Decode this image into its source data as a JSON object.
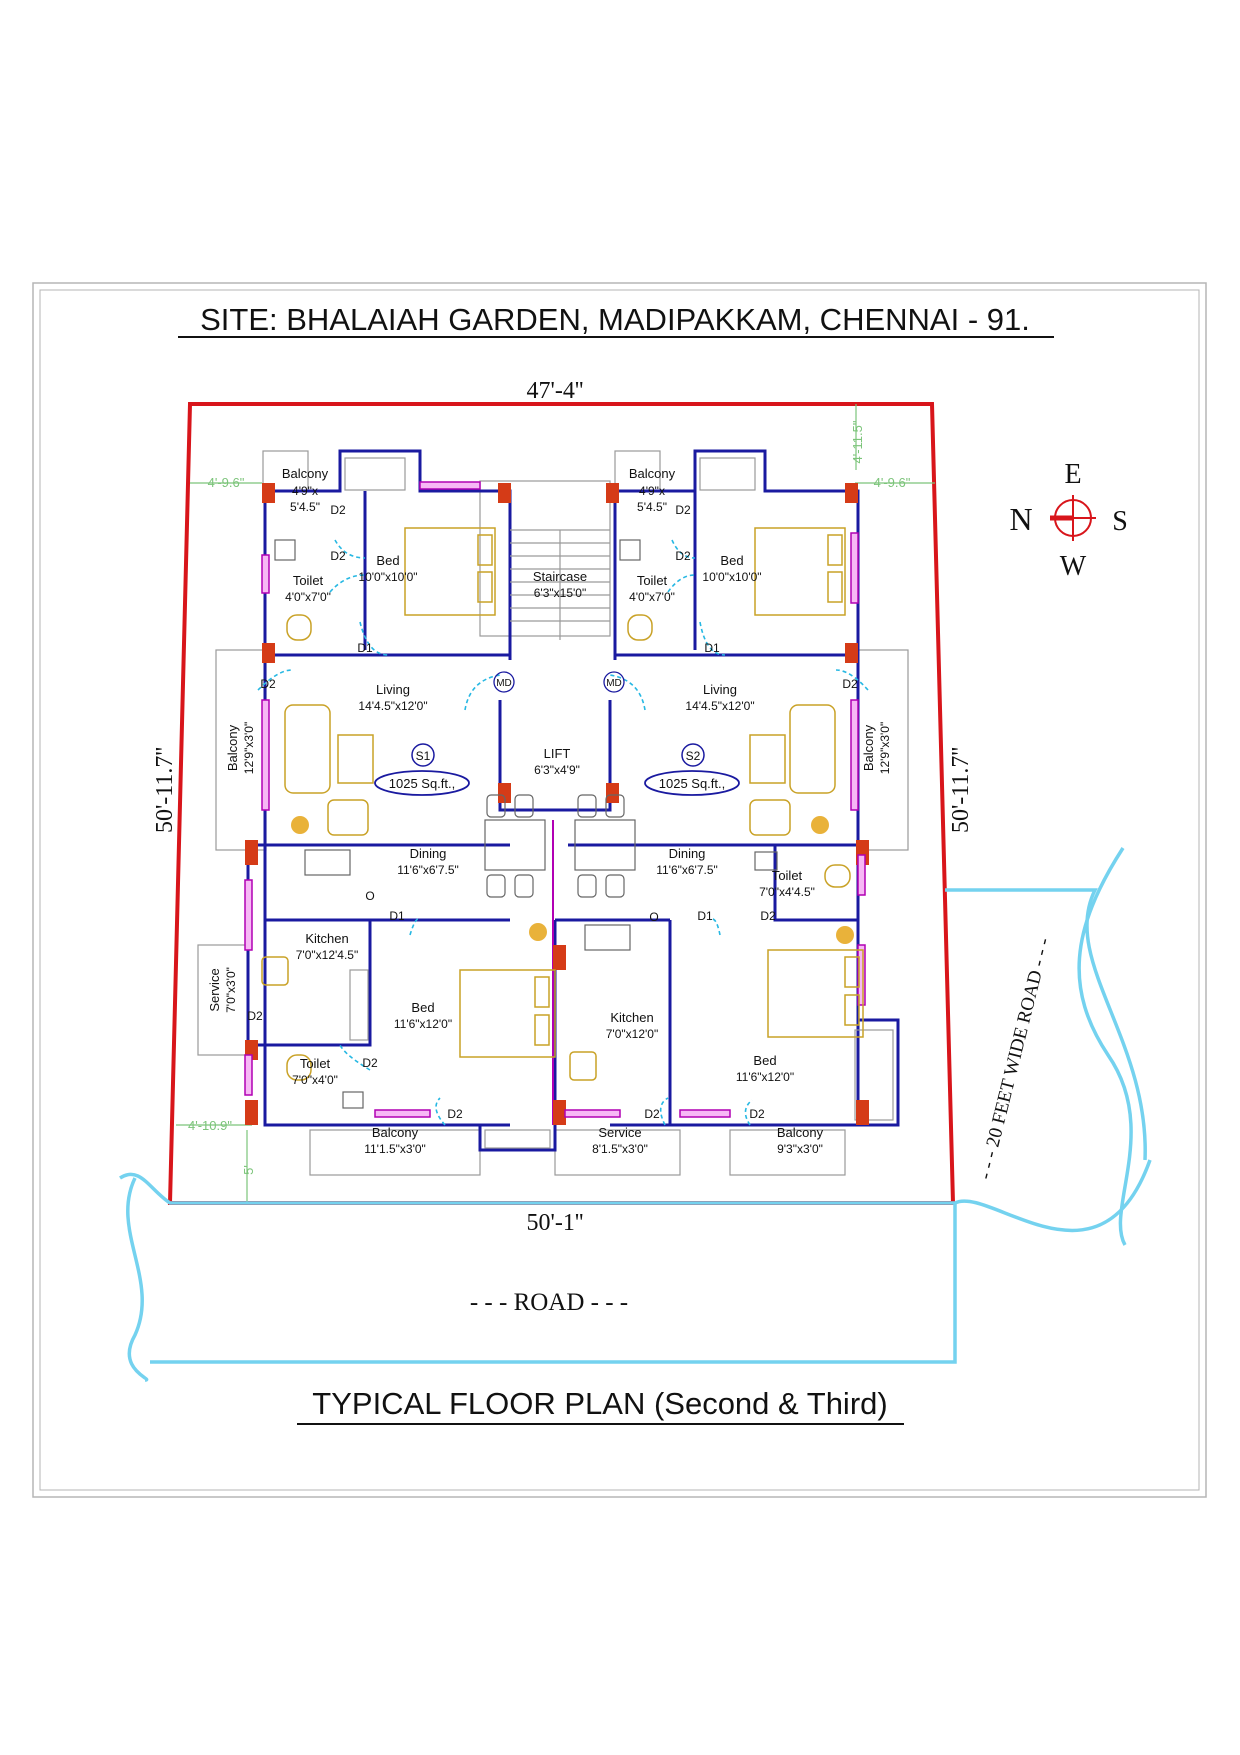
{
  "title": "SITE: BHALAIAH GARDEN, MADIPAKKAM, CHENNAI - 91.",
  "footer_title": "TYPICAL FLOOR PLAN (Second & Third)",
  "colors": {
    "boundary": "#d8151b",
    "walls": "#1a1aa0",
    "columns": "#d53b17",
    "windows": "#b100b4",
    "doors": "#27b8e3",
    "road": "#74d2ef",
    "dimensions": "#7cc47a",
    "furniture": "#c9a227"
  },
  "plot": {
    "top": "47'-4''",
    "bottom": "50'-1''",
    "left": "50'-11.7''",
    "right": "50'-11.7''"
  },
  "setbacks": {
    "left_top": "4'-9.6\"",
    "right_top": "4'-9.6\"",
    "top_right": "4'-11.5\"",
    "left_bottom": "4'-10.9\"",
    "bottom": "5'"
  },
  "roads": {
    "front": "- - -  ROAD - - -",
    "side": "- - - 20 FEET WIDE ROAD - - -"
  },
  "compass": {
    "top": "E",
    "left": "N",
    "right": "S",
    "bottom": "W"
  },
  "units": {
    "s1": {
      "tag": "S1",
      "area": "1025 Sq.ft.,"
    },
    "s2": {
      "tag": "S2",
      "area": "1025 Sq.ft.,"
    }
  },
  "rooms": {
    "balcony_tl": {
      "name": "Balcony",
      "dim1": "4'9\"x",
      "dim2": "5'4.5\""
    },
    "balcony_tr": {
      "name": "Balcony",
      "dim1": "4'9\"x",
      "dim2": "5'4.5\""
    },
    "bed_tl": {
      "name": "Bed",
      "dim": "10'0\"x10'0\""
    },
    "bed_tr": {
      "name": "Bed",
      "dim": "10'0\"x10'0\""
    },
    "toilet_tl": {
      "name": "Toilet",
      "dim": "4'0\"x7'0\""
    },
    "toilet_tr": {
      "name": "Toilet",
      "dim": "4'0\"x7'0\""
    },
    "staircase": {
      "name": "Staircase",
      "dim": "6'3\"x15'0\""
    },
    "living_l": {
      "name": "Living",
      "dim": "14'4.5\"x12'0\""
    },
    "living_r": {
      "name": "Living",
      "dim": "14'4.5\"x12'0\""
    },
    "lift": {
      "name": "LIFT",
      "dim": "6'3\"x4'9\""
    },
    "balcony_l": {
      "name": "Balcony",
      "dim": "12'9\"x3'0\""
    },
    "balcony_r": {
      "name": "Balcony",
      "dim": "12'9\"x3'0\""
    },
    "dining_l": {
      "name": "Dining",
      "dim": "11'6\"x6'7.5\""
    },
    "dining_r": {
      "name": "Dining",
      "dim": "11'6\"x6'7.5\""
    },
    "toilet_r": {
      "name": "Toilet",
      "dim": "7'0\"x4'4.5\""
    },
    "kitchen_l": {
      "name": "Kitchen",
      "dim": "7'0\"x12'4.5\""
    },
    "kitchen_r": {
      "name": "Kitchen",
      "dim": "7'0\"x12'0\""
    },
    "service_l": {
      "name": "Service",
      "dim": "7'0\"x3'0\""
    },
    "bed_bl": {
      "name": "Bed",
      "dim": "11'6\"x12'0\""
    },
    "bed_br": {
      "name": "Bed",
      "dim": "11'6\"x12'0\""
    },
    "toilet_bl": {
      "name": "Toilet",
      "dim": "7'0\"x4'0\""
    },
    "balcony_bl": {
      "name": "Balcony",
      "dim": "11'1.5\"x3'0\""
    },
    "service_b": {
      "name": "Service",
      "dim": "8'1.5\"x3'0\""
    },
    "balcony_br": {
      "name": "Balcony",
      "dim": "9'3\"x3'0\""
    }
  },
  "labels": {
    "d1": "D1",
    "d2": "D2",
    "md": "MD",
    "o": "O"
  }
}
